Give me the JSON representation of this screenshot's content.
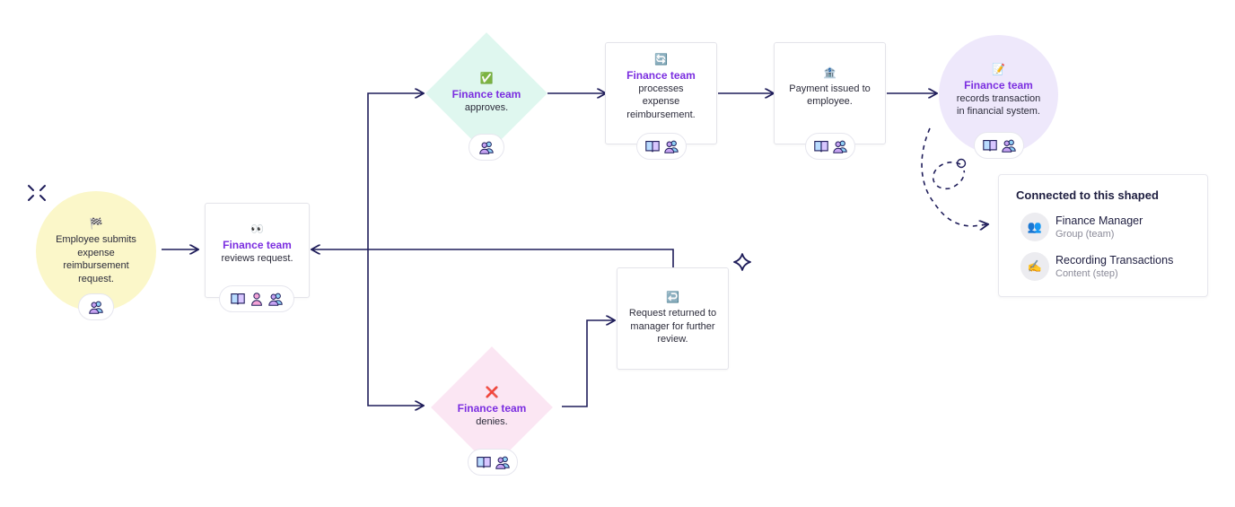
{
  "nodes": {
    "start": {
      "emoji": "🏁",
      "text": "Employee submits expense reimbursement request."
    },
    "review": {
      "emoji": "👀",
      "team": "Finance team",
      "text": "reviews request."
    },
    "approve": {
      "emoji": "✅",
      "team": "Finance team",
      "text": "approves."
    },
    "process": {
      "emoji": "🔄",
      "team": "Finance team",
      "text": "processes expense reimbursement."
    },
    "payment": {
      "emoji": "🏦",
      "text": "Payment issued to employee."
    },
    "record": {
      "emoji": "📝",
      "team": "Finance team",
      "text": "records transaction in financial system."
    },
    "deny": {
      "emoji": "❌",
      "team": "Finance team",
      "text": "denies."
    },
    "returned": {
      "emoji": "↩️",
      "text": "Request returned to manager for further review."
    }
  },
  "panel": {
    "title": "Connected to this shaped",
    "items": [
      {
        "icon": "👥",
        "name": "Finance Manager",
        "sub": "Group (team)"
      },
      {
        "icon": "✍️",
        "name": "Recording Transactions",
        "sub": "Content (step)"
      }
    ]
  },
  "colors": {
    "accent": "#7b2ee0",
    "edge": "#1f1d5a",
    "start_fill": "#fbf7c9",
    "approve_fill": "#dff7ef",
    "deny_fill": "#fbe6f3",
    "record_fill": "#eee8fb"
  }
}
